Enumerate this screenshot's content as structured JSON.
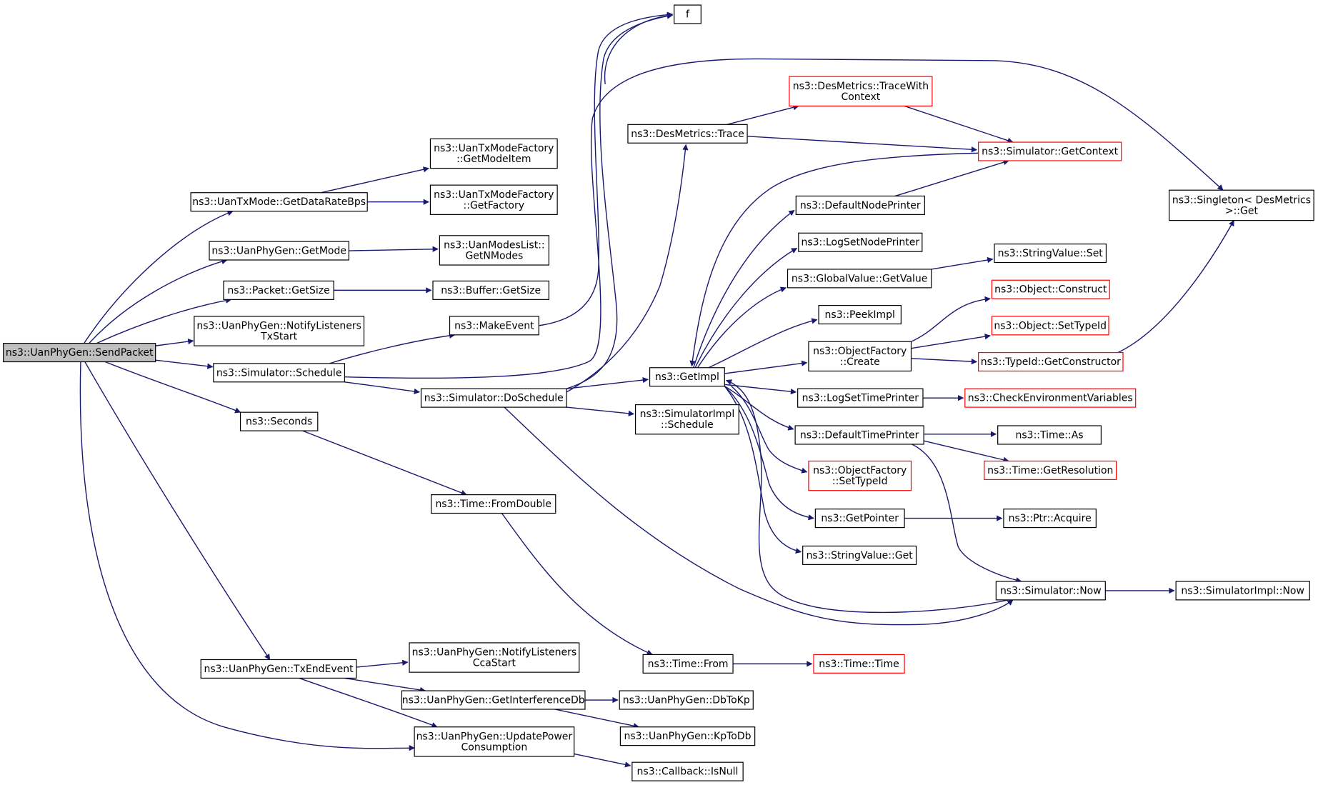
{
  "graph": {
    "colors": {
      "edge": "#191970",
      "node_border": "#000000",
      "node_border_truncated": "#ff0000",
      "root_fill": "#bfbfbf",
      "node_fill": "#ffffff"
    },
    "nodes": [
      {
        "id": "sendpacket",
        "lines": [
          "ns3::UanPhyGen::SendPacket"
        ],
        "root": true
      },
      {
        "id": "getdataratebps",
        "lines": [
          "ns3::UanTxMode::GetDataRateBps"
        ]
      },
      {
        "id": "getmodeitem",
        "lines": [
          "ns3::UanTxModeFactory",
          "::GetModeItem"
        ]
      },
      {
        "id": "getfactory",
        "lines": [
          "ns3::UanTxModeFactory",
          "::GetFactory"
        ]
      },
      {
        "id": "getmode",
        "lines": [
          "ns3::UanPhyGen::GetMode"
        ]
      },
      {
        "id": "getnmodes",
        "lines": [
          "ns3::UanModesList::",
          "GetNModes"
        ]
      },
      {
        "id": "packetgetsize",
        "lines": [
          "ns3::Packet::GetSize"
        ]
      },
      {
        "id": "buffergetsize",
        "lines": [
          "ns3::Buffer::GetSize"
        ]
      },
      {
        "id": "notifytxstart",
        "lines": [
          "ns3::UanPhyGen::NotifyListeners",
          "TxStart"
        ]
      },
      {
        "id": "makeevent",
        "lines": [
          "ns3::MakeEvent"
        ]
      },
      {
        "id": "f",
        "lines": [
          "f"
        ]
      },
      {
        "id": "schedule",
        "lines": [
          "ns3::Simulator::Schedule"
        ]
      },
      {
        "id": "doschedule",
        "lines": [
          "ns3::Simulator::DoSchedule"
        ]
      },
      {
        "id": "desmetricstrace",
        "lines": [
          "ns3::DesMetrics::Trace"
        ]
      },
      {
        "id": "tracewithcontext",
        "lines": [
          "ns3::DesMetrics::TraceWith",
          "Context"
        ],
        "truncated": true
      },
      {
        "id": "getcontext",
        "lines": [
          "ns3::Simulator::GetContext"
        ],
        "truncated": true
      },
      {
        "id": "singletonget",
        "lines": [
          "ns3::Singleton< DesMetrics",
          " >::Get"
        ]
      },
      {
        "id": "getimpl",
        "lines": [
          "ns3::GetImpl"
        ]
      },
      {
        "id": "simimplschedule",
        "lines": [
          "ns3::SimulatorImpl",
          "::Schedule"
        ]
      },
      {
        "id": "seconds",
        "lines": [
          "ns3::Seconds"
        ]
      },
      {
        "id": "fromdouble",
        "lines": [
          "ns3::Time::FromDouble"
        ]
      },
      {
        "id": "timefrom",
        "lines": [
          "ns3::Time::From"
        ]
      },
      {
        "id": "timetime",
        "lines": [
          "ns3::Time::Time"
        ],
        "truncated": true
      },
      {
        "id": "defaultnodeprinter",
        "lines": [
          "ns3::DefaultNodePrinter"
        ]
      },
      {
        "id": "logsetnodeprinter",
        "lines": [
          "ns3::LogSetNodePrinter"
        ]
      },
      {
        "id": "globalvaluegetvalue",
        "lines": [
          "ns3::GlobalValue::GetValue"
        ]
      },
      {
        "id": "stringvalueset",
        "lines": [
          "ns3::StringValue::Set"
        ]
      },
      {
        "id": "peekimpl",
        "lines": [
          "ns3::PeekImpl"
        ]
      },
      {
        "id": "objectfactorycreate",
        "lines": [
          "ns3::ObjectFactory",
          "::Create"
        ]
      },
      {
        "id": "objectconstruct",
        "lines": [
          "ns3::Object::Construct"
        ],
        "truncated": true
      },
      {
        "id": "objectsettypeid",
        "lines": [
          "ns3::Object::SetTypeId"
        ],
        "truncated": true
      },
      {
        "id": "typeidgetconstructor",
        "lines": [
          "ns3::TypeId::GetConstructor"
        ],
        "truncated": true
      },
      {
        "id": "logsettimeprinter",
        "lines": [
          "ns3::LogSetTimePrinter"
        ]
      },
      {
        "id": "checkenvvars",
        "lines": [
          "ns3::CheckEnvironmentVariables"
        ],
        "truncated": true
      },
      {
        "id": "defaulttimeprinter",
        "lines": [
          "ns3::DefaultTimePrinter"
        ]
      },
      {
        "id": "timeas",
        "lines": [
          "ns3::Time::As"
        ]
      },
      {
        "id": "timegetresolution",
        "lines": [
          "ns3::Time::GetResolution"
        ],
        "truncated": true
      },
      {
        "id": "objectfactorysettypeid",
        "lines": [
          "ns3::ObjectFactory",
          "::SetTypeId"
        ],
        "truncated": true
      },
      {
        "id": "getpointer",
        "lines": [
          "ns3::GetPointer"
        ]
      },
      {
        "id": "ptracquire",
        "lines": [
          "ns3::Ptr::Acquire"
        ]
      },
      {
        "id": "stringvalueget",
        "lines": [
          "ns3::StringValue::Get"
        ]
      },
      {
        "id": "simulatornow",
        "lines": [
          "ns3::Simulator::Now"
        ]
      },
      {
        "id": "simimplnow",
        "lines": [
          "ns3::SimulatorImpl::Now"
        ]
      },
      {
        "id": "txendevent",
        "lines": [
          "ns3::UanPhyGen::TxEndEvent"
        ]
      },
      {
        "id": "notifyccastart",
        "lines": [
          "ns3::UanPhyGen::NotifyListeners",
          "CcaStart"
        ]
      },
      {
        "id": "getinterferencedb",
        "lines": [
          "ns3::UanPhyGen::GetInterferenceDb"
        ]
      },
      {
        "id": "dbtokp",
        "lines": [
          "ns3::UanPhyGen::DbToKp"
        ]
      },
      {
        "id": "kptodb",
        "lines": [
          "ns3::UanPhyGen::KpToDb"
        ]
      },
      {
        "id": "updatepower",
        "lines": [
          "ns3::UanPhyGen::UpdatePower",
          "Consumption"
        ]
      },
      {
        "id": "callbackisnull",
        "lines": [
          "ns3::Callback::IsNull"
        ]
      }
    ],
    "edges": [
      [
        "sendpacket",
        "getdataratebps"
      ],
      [
        "sendpacket",
        "getmode"
      ],
      [
        "sendpacket",
        "packetgetsize"
      ],
      [
        "sendpacket",
        "notifytxstart"
      ],
      [
        "sendpacket",
        "schedule"
      ],
      [
        "sendpacket",
        "seconds"
      ],
      [
        "sendpacket",
        "txendevent"
      ],
      [
        "sendpacket",
        "updatepower"
      ],
      [
        "getdataratebps",
        "getmodeitem"
      ],
      [
        "getdataratebps",
        "getfactory"
      ],
      [
        "getmode",
        "getnmodes"
      ],
      [
        "packetgetsize",
        "buffergetsize"
      ],
      [
        "schedule",
        "makeevent"
      ],
      [
        "schedule",
        "doschedule"
      ],
      [
        "schedule",
        "singletonget"
      ],
      [
        "schedule",
        "f"
      ],
      [
        "makeevent",
        "f"
      ],
      [
        "doschedule",
        "f"
      ],
      [
        "doschedule",
        "desmetricstrace"
      ],
      [
        "doschedule",
        "getimpl"
      ],
      [
        "doschedule",
        "simimplschedule"
      ],
      [
        "doschedule",
        "simulatornow"
      ],
      [
        "desmetricstrace",
        "tracewithcontext"
      ],
      [
        "desmetricstrace",
        "getcontext"
      ],
      [
        "tracewithcontext",
        "getcontext"
      ],
      [
        "getcontext",
        "getimpl"
      ],
      [
        "getimpl",
        "defaultnodeprinter"
      ],
      [
        "getimpl",
        "logsetnodeprinter"
      ],
      [
        "getimpl",
        "globalvaluegetvalue"
      ],
      [
        "getimpl",
        "peekimpl"
      ],
      [
        "getimpl",
        "objectfactorycreate"
      ],
      [
        "getimpl",
        "logsettimeprinter"
      ],
      [
        "getimpl",
        "defaulttimeprinter"
      ],
      [
        "getimpl",
        "objectfactorysettypeid"
      ],
      [
        "getimpl",
        "getpointer"
      ],
      [
        "getimpl",
        "stringvalueget"
      ],
      [
        "simulatornow",
        "getimpl"
      ],
      [
        "defaultnodeprinter",
        "getcontext"
      ],
      [
        "globalvaluegetvalue",
        "stringvalueset"
      ],
      [
        "objectfactorycreate",
        "objectconstruct"
      ],
      [
        "objectfactorycreate",
        "objectsettypeid"
      ],
      [
        "objectfactorycreate",
        "typeidgetconstructor"
      ],
      [
        "typeidgetconstructor",
        "singletonget"
      ],
      [
        "logsettimeprinter",
        "checkenvvars"
      ],
      [
        "defaulttimeprinter",
        "timeas"
      ],
      [
        "defaulttimeprinter",
        "timegetresolution"
      ],
      [
        "defaulttimeprinter",
        "simulatornow"
      ],
      [
        "getpointer",
        "ptracquire"
      ],
      [
        "simulatornow",
        "simimplnow"
      ],
      [
        "seconds",
        "fromdouble"
      ],
      [
        "fromdouble",
        "timefrom"
      ],
      [
        "timefrom",
        "timetime"
      ],
      [
        "txendevent",
        "notifyccastart"
      ],
      [
        "txendevent",
        "getinterferencedb"
      ],
      [
        "txendevent",
        "updatepower"
      ],
      [
        "getinterferencedb",
        "dbtokp"
      ],
      [
        "getinterferencedb",
        "kptodb"
      ],
      [
        "updatepower",
        "callbackisnull"
      ]
    ]
  }
}
